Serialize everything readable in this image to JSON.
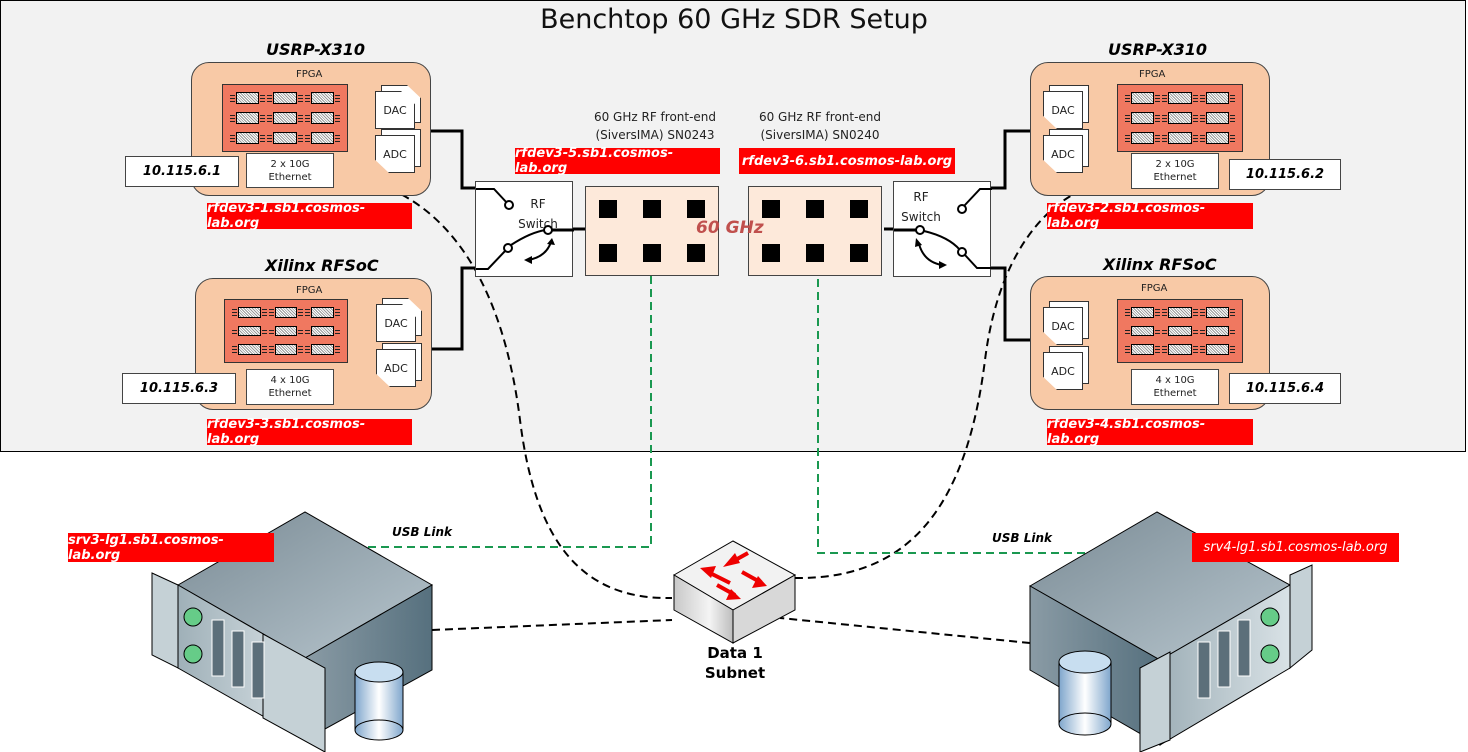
{
  "title": "Benchtop 60 GHz SDR Setup",
  "devices": {
    "usrp_left": {
      "title": "USRP-X310",
      "fpga": "FPGA",
      "dac": "DAC",
      "adc": "ADC",
      "eth_line1": "2 x 10G",
      "eth_line2": "Ethernet",
      "ip": "10.115.6.1",
      "host": "rfdev3-1.sb1.cosmos-lab.org"
    },
    "rfsoc_left": {
      "title": "Xilinx RFSoC",
      "fpga": "FPGA",
      "dac": "DAC",
      "adc": "ADC",
      "eth_line1": "4 x 10G",
      "eth_line2": "Ethernet",
      "ip": "10.115.6.3",
      "host": "rfdev3-3.sb1.cosmos-lab.org"
    },
    "usrp_right": {
      "title": "USRP-X310",
      "fpga": "FPGA",
      "dac": "DAC",
      "adc": "ADC",
      "eth_line1": "2 x 10G",
      "eth_line2": "Ethernet",
      "ip": "10.115.6.2",
      "host": "rfdev3-2.sb1.cosmos-lab.org"
    },
    "rfsoc_right": {
      "title": "Xilinx RFSoC",
      "fpga": "FPGA",
      "dac": "DAC",
      "adc": "ADC",
      "eth_line1": "4 x 10G",
      "eth_line2": "Ethernet",
      "ip": "10.115.6.4",
      "host": "rfdev3-4.sb1.cosmos-lab.org"
    }
  },
  "frontends": {
    "left": {
      "line1": "60 GHz RF front-end",
      "line2": "(SiversIMA) SN0243",
      "host": "rfdev3-5.sb1.cosmos-lab.org"
    },
    "right": {
      "line1": "60 GHz RF front-end",
      "line2": "(SiversIMA) SN0240",
      "host": "rfdev3-6.sb1.cosmos-lab.org"
    }
  },
  "rf_switch": {
    "line1": "RF",
    "line2": "Switch"
  },
  "link_label": "60 GHz",
  "servers": {
    "left": {
      "host": "srv3-lg1.sb1.cosmos-lab.org",
      "usb_label": "USB Link"
    },
    "right": {
      "host": "srv4-lg1.sb1.cosmos-lab.org",
      "usb_label": "USB Link"
    }
  },
  "network_switch": {
    "line1": "Data 1",
    "line2": "Subnet"
  },
  "colors": {
    "host_label_bg": "#ff0000",
    "board_bg": "#f8c9a6",
    "fpga_bg": "#f07860",
    "usb_link": "#1a9850",
    "frontend_bg": "#fde9da",
    "ghz_text": "#c0504d"
  }
}
